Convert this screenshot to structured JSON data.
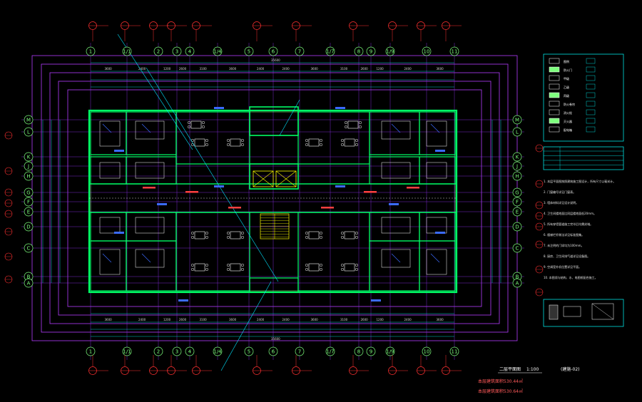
{
  "drawing": {
    "colors": {
      "background": "#000000",
      "axis_line": "#9b30ff",
      "wall": "#00ff66",
      "wall_fill": "#7dff7d",
      "room_line": "#ffffff",
      "furniture": "#ffffff",
      "dimension": "#00ffff",
      "axis_bubble": "#7dff7d",
      "leader": "#ff6b6b",
      "detail_tag": "#ff3030",
      "legend_frame": "#00ffff",
      "stair": "#ffff00",
      "annotation": "#3b6bff"
    },
    "axes_top": [
      "1",
      "1/1",
      "2",
      "3",
      "4",
      "1/4",
      "5",
      "6",
      "7",
      "1/7",
      "8",
      "9",
      "1/9",
      "10",
      "11"
    ],
    "axes_left": [
      "M",
      "L",
      "K",
      "J",
      "H",
      "G",
      "F",
      "E",
      "D",
      "C",
      "B",
      "A"
    ],
    "overall_dimension": "35600",
    "overall_dimension_bottom": "35600",
    "top_dims": [
      "3600",
      "2400",
      "1200",
      "2600",
      "3100",
      "3600",
      "2400",
      "2400",
      "3600",
      "3100",
      "2600",
      "1200",
      "2400",
      "3600"
    ],
    "title": "二层平面图",
    "scale": "1:100",
    "stamp": "(建施-02)",
    "area_lines": [
      "本层建筑面积530.44㎡",
      "本层建筑面积530.64㎡"
    ],
    "legend_rows": [
      "图例",
      "防火门",
      "甲级",
      "乙级",
      "丙级",
      "防火卷帘",
      "消火栓",
      "灭火器",
      "配电箱"
    ],
    "note_lines": [
      "1. 本层平面图按照建筑施工图设计，所有尺寸以毫米计。",
      "2. 门窗编号详见门窗表。",
      "3. 墙体材料详见设计说明。",
      "4. 卫生间楼地面比同层楼地面低20mm。",
      "5. 所有穿墙管道施工完毕后均需封堵。",
      "6. 楼梯栏杆做法详见标准图集。",
      "7. 未注明的门垛均为100mm。",
      "8. 厨房、卫生间排气道详见设备图。",
      "9. 空调室外机位置详见平面。",
      "10. 本图须与结构、水、电图纸配合施工。"
    ]
  }
}
